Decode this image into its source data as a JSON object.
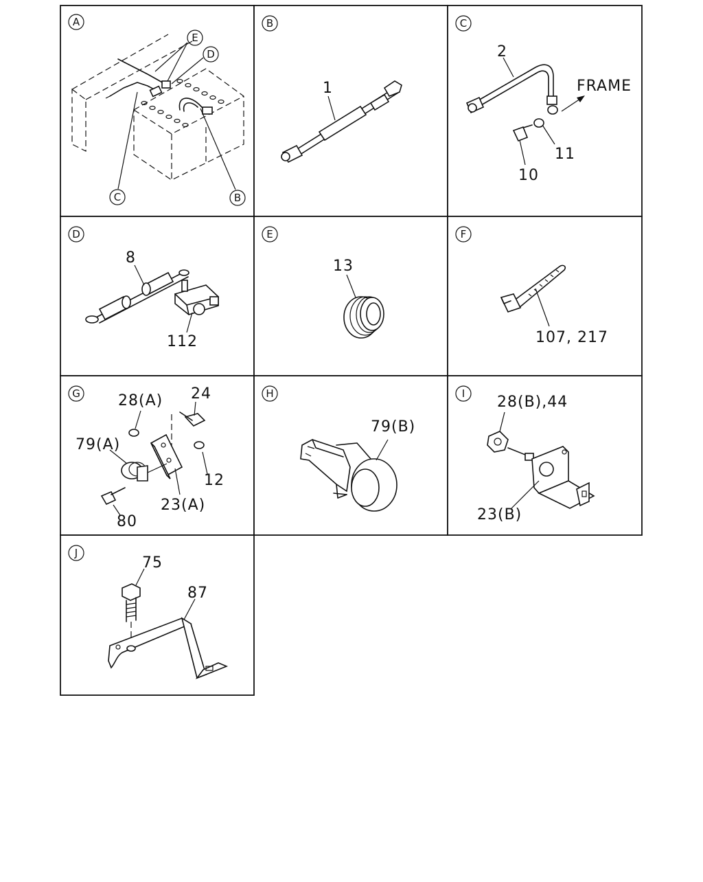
{
  "panels": {
    "A": {
      "id": "A",
      "callouts": [
        "E",
        "D",
        "C",
        "B"
      ]
    },
    "B": {
      "id": "B",
      "parts": [
        "1"
      ]
    },
    "C": {
      "id": "C",
      "parts": [
        "2",
        "11",
        "10"
      ],
      "note": "FRAME"
    },
    "D": {
      "id": "D",
      "parts": [
        "8",
        "112"
      ]
    },
    "E": {
      "id": "E",
      "parts": [
        "13"
      ]
    },
    "F": {
      "id": "F",
      "parts": [
        "107, 217"
      ]
    },
    "G": {
      "id": "G",
      "parts": [
        "28(A)",
        "24",
        "79(A)",
        "12",
        "23(A)",
        "80"
      ]
    },
    "H": {
      "id": "H",
      "parts": [
        "79(B)"
      ]
    },
    "I": {
      "id": "I",
      "parts": [
        "28(B),44",
        "23(B)"
      ]
    },
    "J": {
      "id": "J",
      "parts": [
        "75",
        "87"
      ]
    }
  }
}
